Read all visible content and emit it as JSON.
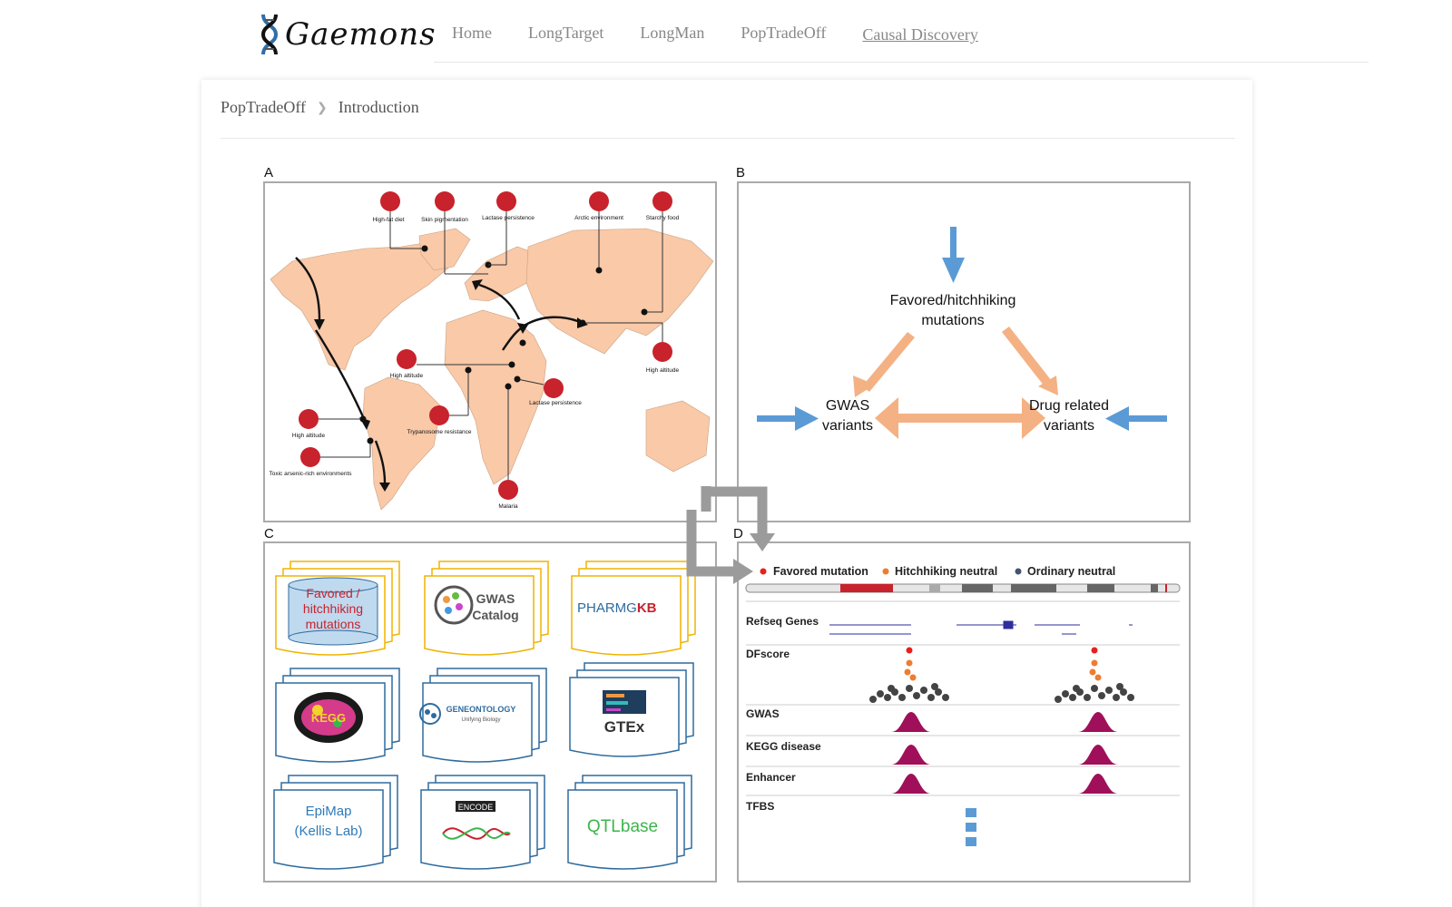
{
  "header": {
    "logo_text": "Gaemons",
    "nav": [
      {
        "label": "Home"
      },
      {
        "label": "LongTarget"
      },
      {
        "label": "LongMan"
      },
      {
        "label": "PopTradeOff"
      },
      {
        "label": "Causal Discovery",
        "active": true
      }
    ]
  },
  "breadcrumb": {
    "parent": "PopTradeOff",
    "current": "Introduction"
  },
  "figure": {
    "panel_labels": {
      "a": "A",
      "b": "B",
      "c": "C",
      "d": "D"
    },
    "panel_a": {
      "traits": [
        "High-fat diet",
        "Skin pigmentation",
        "Lactase persistence",
        "Arctic environment",
        "Starchy food",
        "High altitude",
        "High altitude",
        "Lactase persistence",
        "Trypanosome resistance",
        "High altitude",
        "Toxic arsenic-rich environments",
        "Malaria"
      ]
    },
    "panel_b": {
      "favored_line1": "Favored/hitchhiking",
      "favored_line2": "mutations",
      "gwas_line1": "GWAS",
      "gwas_line2": "variants",
      "drug_line1": "Drug related",
      "drug_line2": "variants"
    },
    "panel_c": {
      "favored_line1": "Favored /",
      "favored_line2": "hitchhiking",
      "favored_line3": "mutations",
      "gwas_catalog_1": "GWAS",
      "gwas_catalog_2": "Catalog",
      "pharmgkb_a": "PHARMG",
      "pharmgkb_b": "KB",
      "kegg": "KEGG",
      "geneontology": "GENEONTOLOGY",
      "geneontology_sub": "Unifying Biology",
      "gtex": "GTEx",
      "epimap_1": "EpiMap",
      "epimap_2": "(Kellis Lab)",
      "encode": "ENCODE",
      "qtlbase": "QTLbase"
    },
    "panel_d": {
      "legend": [
        "Favored mutation",
        "Hitchhiking neutral",
        "Ordinary neutral"
      ],
      "tracks": [
        "Refseq Genes",
        "DFscore",
        "GWAS",
        "KEGG disease",
        "Enhancer",
        "TFBS"
      ]
    },
    "colors": {
      "map": "#f9c9a8",
      "marker_red": "#c8222c",
      "blue_arrow": "#5b9bd5",
      "orange_arrow": "#f4b183",
      "gold_border": "#f0b400",
      "blue_border": "#2e6b9e",
      "peak": "#a0105a",
      "gray_arrow": "#9b9b9b"
    }
  }
}
